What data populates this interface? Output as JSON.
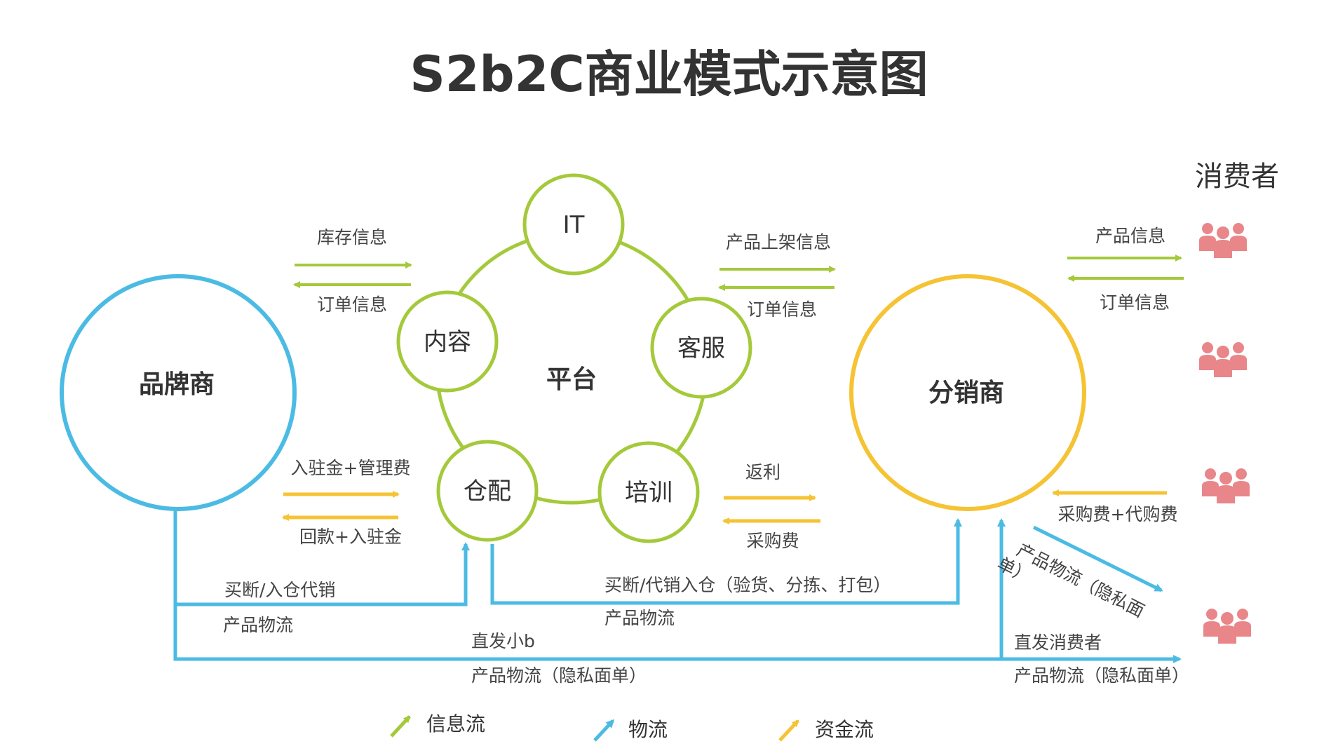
{
  "title": "S2b2C商业模式示意图",
  "colors": {
    "info": "#a4c93a",
    "logistics": "#4bbbe4",
    "money": "#f5c333",
    "brand_circle": "#4bbbe4",
    "distributor_circle": "#f5c333",
    "platform": "#a4c93a",
    "consumer": "#e8868a"
  },
  "entities": {
    "brand": "品牌商",
    "platform": "平台",
    "distributor": "分销商",
    "consumers": "消费者"
  },
  "platform_nodes": [
    "IT",
    "客服",
    "培训",
    "仓配",
    "内容"
  ],
  "flows": {
    "brand_platform_info_top": "库存信息",
    "brand_platform_info_bottom": "订单信息",
    "brand_platform_money_top": "入驻金+管理费",
    "brand_platform_money_bottom": "回款+入驻金",
    "platform_dist_info_top": "产品上架信息",
    "platform_dist_info_bottom": "订单信息",
    "platform_dist_money_top": "返利",
    "platform_dist_money_bottom": "采购费",
    "dist_consumer_info_top": "产品信息",
    "dist_consumer_info_bottom": "订单信息",
    "dist_consumer_money": "采购费+代购费",
    "brand_platform_log_top": "买断/入仓代销",
    "brand_platform_log_bottom": "产品物流",
    "platform_dist_log_top": "买断/代销入仓（验货、分拣、打包）",
    "platform_dist_log_bottom": "产品物流",
    "direct_b_top": "直发小b",
    "direct_b_bottom": "产品物流（隐私面单）",
    "direct_consumer_top": "直发消费者",
    "direct_consumer_bottom": "产品物流（隐私面单）",
    "dist_consumer_log_line1": "产品物流（隐私面",
    "dist_consumer_log_line2": "单）"
  },
  "legend": [
    {
      "label": "信息流",
      "icon": "green-arrow-icon"
    },
    {
      "label": "物流",
      "icon": "blue-arrow-icon"
    },
    {
      "label": "资金流",
      "icon": "yellow-arrow-icon"
    }
  ]
}
